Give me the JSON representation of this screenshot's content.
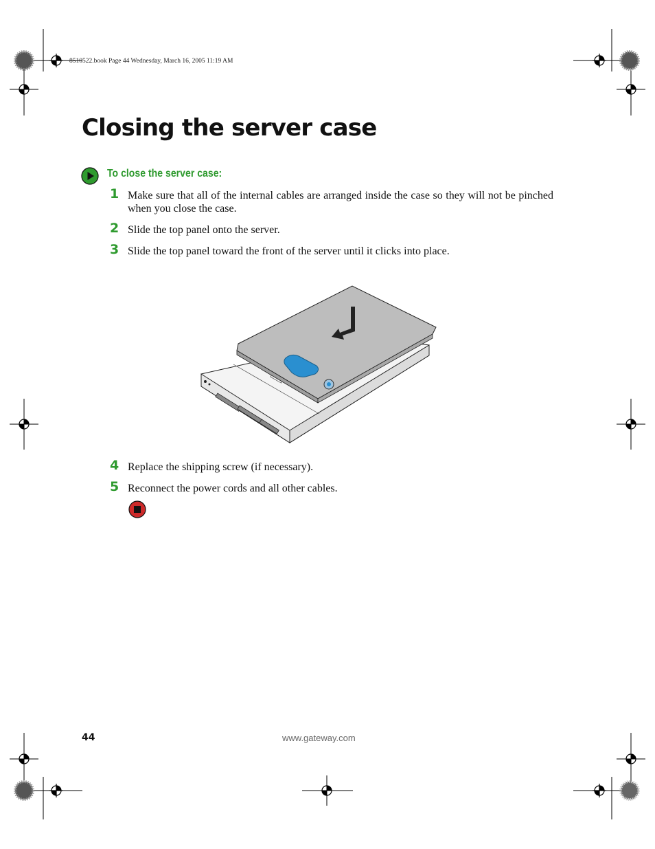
{
  "print_slug": "8510522.book  Page 44  Wednesday, March 16, 2005  11:19 AM",
  "title": "Closing the server case",
  "procedure": {
    "heading": "To close the server case:",
    "icon": "green-play-icon"
  },
  "steps": [
    {
      "number": "1",
      "text": "Make sure that all of the internal cables are arranged inside the case so they will not be pinched when you close the case."
    },
    {
      "number": "2",
      "text": "Slide the top panel onto the server."
    },
    {
      "number": "3",
      "text": "Slide the top panel toward the front of the server until it clicks into place."
    },
    {
      "number": "4",
      "text": "Replace the shipping screw (if necessary)."
    },
    {
      "number": "5",
      "text": "Reconnect the power cords and all other cables."
    }
  ],
  "end_icon": "red-stop-icon",
  "footer": {
    "page_number": "44",
    "url": "www.gateway.com"
  },
  "colors": {
    "accent_green": "#2e9a2e",
    "stop_red": "#cc2a2a",
    "panel_blue": "#2a8fd0"
  }
}
